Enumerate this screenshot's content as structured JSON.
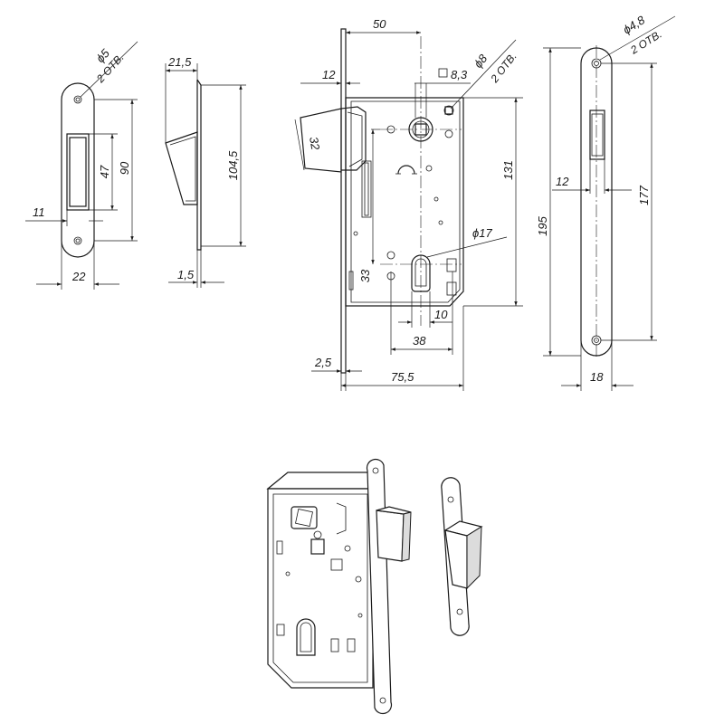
{
  "strike_front": {
    "hole_diameter": "ϕ5",
    "hole_count": "2 ОТВ.",
    "dim_hole_spacing": "90",
    "dim_opening_height": "47",
    "dim_left_offset": "11",
    "dim_width": "22"
  },
  "strike_side": {
    "dim_top": "21,5",
    "dim_height": "104,5",
    "dim_thickness": "1,5"
  },
  "lock_body": {
    "dim_backset": "50",
    "dim_latch": "12",
    "dim_latch_height": "32",
    "dim_square": "8,3",
    "dim_handle_hole": "ϕ8",
    "dim_handle_hole_count": "2 ОТВ.",
    "dim_body_height": "131",
    "dim_cylinder": "ϕ17",
    "dim_center_distance": "33",
    "dim_cyl_offset": "10",
    "dim_cyl_backset": "38",
    "dim_faceplate": "2,5",
    "dim_body_depth": "75,5"
  },
  "faceplate": {
    "hole_diameter": "ϕ4,8",
    "hole_count": "2 ОТВ.",
    "dim_length": "195",
    "dim_hole_spacing": "177",
    "dim_latch_offset": "12",
    "dim_width": "18"
  }
}
